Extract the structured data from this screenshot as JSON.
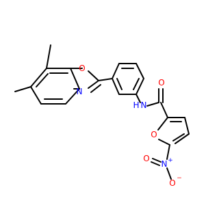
{
  "molecule": {
    "atoms": {
      "benzoxazole_O": "O",
      "benzoxazole_N": "N",
      "amide_N": "N",
      "amide_H": "H",
      "carbonyl_O": "O",
      "furan_O": "O",
      "nitro_N": "N",
      "nitro_N_charge": "+",
      "nitro_O_top": "O",
      "nitro_O_bottom": "O",
      "nitro_O_bottom_charge": "−"
    },
    "colors": {
      "oxygen": "#ff0000",
      "nitrogen": "#0000ff",
      "carbon_bond": "#000000",
      "background": "#ffffff"
    }
  }
}
